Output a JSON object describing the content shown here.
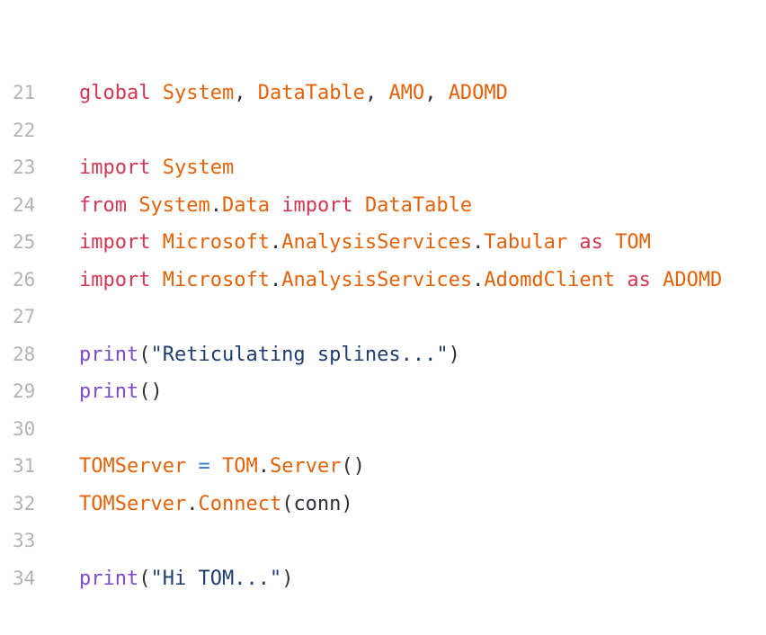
{
  "editor": {
    "language": "python",
    "visible_line_range": "21-34",
    "colors": {
      "background": "#ffffff",
      "line_number": "#b3b3b3",
      "kw": "#d03752",
      "nm": "#e36209",
      "fn": "#7a4bc8",
      "st": "#1f3d6e",
      "op": "#3779cb",
      "pu": "#2c3138",
      "pl": "#2c3138"
    },
    "token_legend": {
      "kw": "keyword",
      "nm": "identifier",
      "fn": "builtin-function",
      "st": "string",
      "op": "operator",
      "pu": "punctuation",
      "pl": "plain-text"
    },
    "lines": [
      {
        "number": "21",
        "tokens": [
          {
            "t": "global",
            "y": "kw"
          },
          {
            "t": " ",
            "y": "pl"
          },
          {
            "t": "System",
            "y": "nm"
          },
          {
            "t": ",",
            "y": "pu"
          },
          {
            "t": " ",
            "y": "pl"
          },
          {
            "t": "DataTable",
            "y": "nm"
          },
          {
            "t": ",",
            "y": "pu"
          },
          {
            "t": " ",
            "y": "pl"
          },
          {
            "t": "AMO",
            "y": "nm"
          },
          {
            "t": ",",
            "y": "pu"
          },
          {
            "t": " ",
            "y": "pl"
          },
          {
            "t": "ADOMD",
            "y": "nm"
          }
        ]
      },
      {
        "number": "22",
        "tokens": []
      },
      {
        "number": "23",
        "tokens": [
          {
            "t": "import",
            "y": "kw"
          },
          {
            "t": " ",
            "y": "pl"
          },
          {
            "t": "System",
            "y": "nm"
          }
        ]
      },
      {
        "number": "24",
        "tokens": [
          {
            "t": "from",
            "y": "kw"
          },
          {
            "t": " ",
            "y": "pl"
          },
          {
            "t": "System",
            "y": "nm"
          },
          {
            "t": ".",
            "y": "pu"
          },
          {
            "t": "Data",
            "y": "nm"
          },
          {
            "t": " ",
            "y": "pl"
          },
          {
            "t": "import",
            "y": "kw"
          },
          {
            "t": " ",
            "y": "pl"
          },
          {
            "t": "DataTable",
            "y": "nm"
          }
        ]
      },
      {
        "number": "25",
        "tokens": [
          {
            "t": "import",
            "y": "kw"
          },
          {
            "t": " ",
            "y": "pl"
          },
          {
            "t": "Microsoft",
            "y": "nm"
          },
          {
            "t": ".",
            "y": "pu"
          },
          {
            "t": "AnalysisServices",
            "y": "nm"
          },
          {
            "t": ".",
            "y": "pu"
          },
          {
            "t": "Tabular",
            "y": "nm"
          },
          {
            "t": " ",
            "y": "pl"
          },
          {
            "t": "as",
            "y": "kw"
          },
          {
            "t": " ",
            "y": "pl"
          },
          {
            "t": "TOM",
            "y": "nm"
          }
        ]
      },
      {
        "number": "26",
        "tokens": [
          {
            "t": "import",
            "y": "kw"
          },
          {
            "t": " ",
            "y": "pl"
          },
          {
            "t": "Microsoft",
            "y": "nm"
          },
          {
            "t": ".",
            "y": "pu"
          },
          {
            "t": "AnalysisServices",
            "y": "nm"
          },
          {
            "t": ".",
            "y": "pu"
          },
          {
            "t": "AdomdClient",
            "y": "nm"
          },
          {
            "t": " ",
            "y": "pl"
          },
          {
            "t": "as",
            "y": "kw"
          },
          {
            "t": " ",
            "y": "pl"
          },
          {
            "t": "ADOMD",
            "y": "nm"
          }
        ]
      },
      {
        "number": "27",
        "tokens": []
      },
      {
        "number": "28",
        "tokens": [
          {
            "t": "print",
            "y": "fn"
          },
          {
            "t": "(",
            "y": "pu"
          },
          {
            "t": "\"Reticulating splines...\"",
            "y": "st"
          },
          {
            "t": ")",
            "y": "pu"
          }
        ]
      },
      {
        "number": "29",
        "tokens": [
          {
            "t": "print",
            "y": "fn"
          },
          {
            "t": "()",
            "y": "pu"
          }
        ]
      },
      {
        "number": "30",
        "tokens": []
      },
      {
        "number": "31",
        "tokens": [
          {
            "t": "TOMServer",
            "y": "nm"
          },
          {
            "t": " ",
            "y": "pl"
          },
          {
            "t": "=",
            "y": "op"
          },
          {
            "t": " ",
            "y": "pl"
          },
          {
            "t": "TOM",
            "y": "nm"
          },
          {
            "t": ".",
            "y": "pu"
          },
          {
            "t": "Server",
            "y": "nm"
          },
          {
            "t": "()",
            "y": "pu"
          }
        ]
      },
      {
        "number": "32",
        "tokens": [
          {
            "t": "TOMServer",
            "y": "nm"
          },
          {
            "t": ".",
            "y": "pu"
          },
          {
            "t": "Connect",
            "y": "nm"
          },
          {
            "t": "(",
            "y": "pu"
          },
          {
            "t": "conn",
            "y": "pl"
          },
          {
            "t": ")",
            "y": "pu"
          }
        ]
      },
      {
        "number": "33",
        "tokens": []
      },
      {
        "number": "34",
        "tokens": [
          {
            "t": "print",
            "y": "fn"
          },
          {
            "t": "(",
            "y": "pu"
          },
          {
            "t": "\"Hi TOM...\"",
            "y": "st"
          },
          {
            "t": ")",
            "y": "pu"
          }
        ]
      }
    ]
  }
}
